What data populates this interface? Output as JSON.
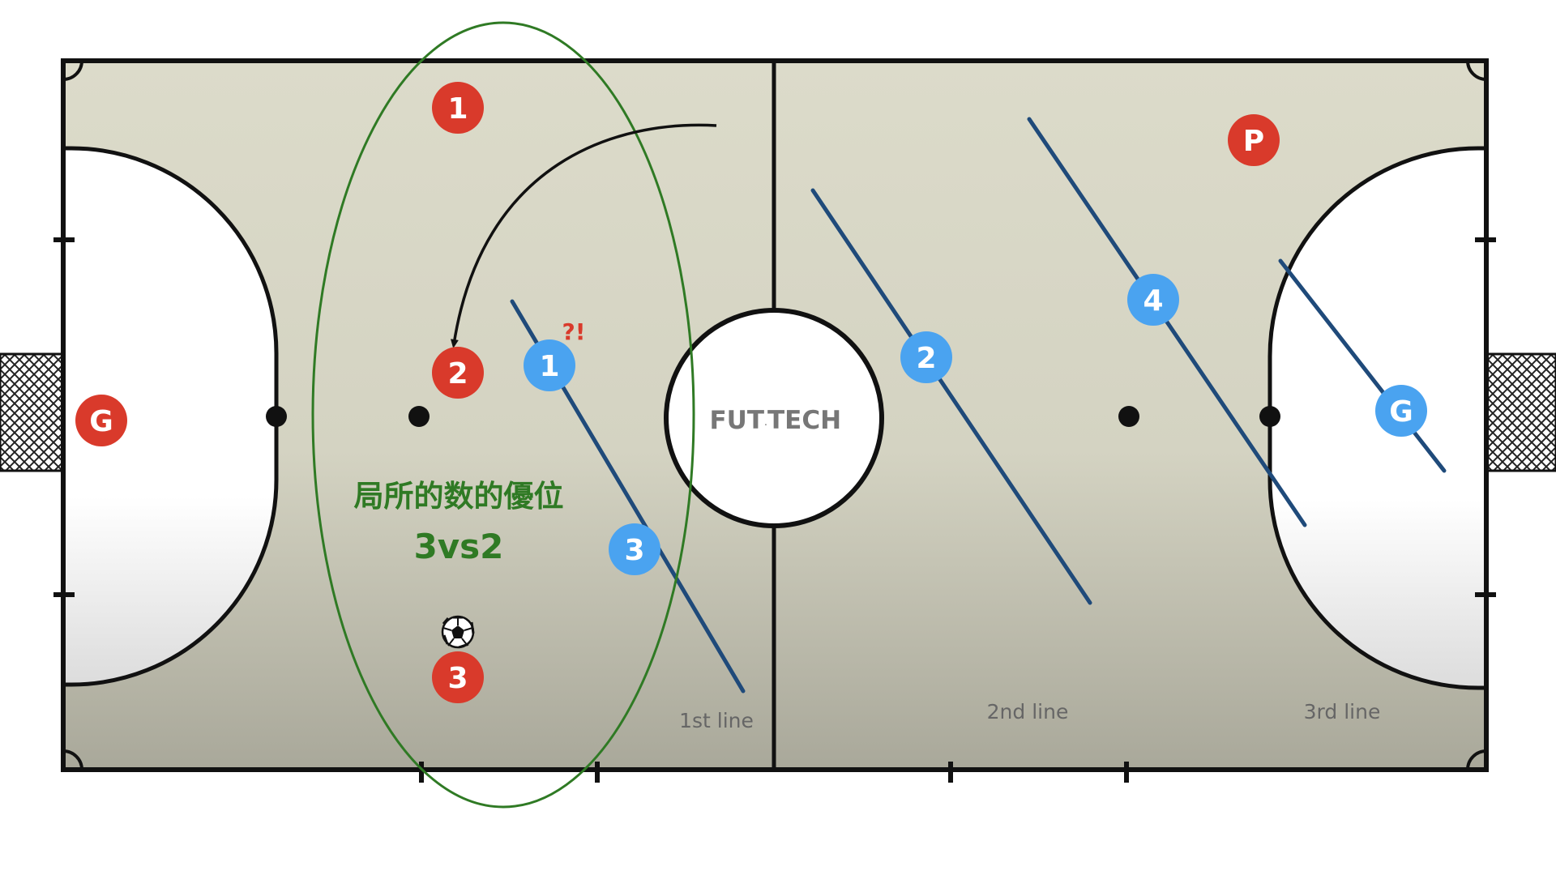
{
  "brand": {
    "left": "FUT",
    "right": "TECH"
  },
  "annotation": {
    "zone_label": "局所的数的優位",
    "matchup": "3vs2",
    "surprise": "?!"
  },
  "line_labels": {
    "first": "1st line",
    "second": "2nd line",
    "third": "3rd line"
  },
  "attackers": {
    "goalkeeper": "G",
    "player_1": "1",
    "player_2": "2",
    "player_3": "3",
    "pivot": "P"
  },
  "defenders": {
    "goalkeeper": "G",
    "player_1": "1",
    "player_2": "2",
    "player_3": "3",
    "player_4": "4"
  },
  "colors": {
    "court": "#d8d7c6",
    "court_bottom": "#aaa99b",
    "attacker": "#d93a2b",
    "defender": "#4aa3f0",
    "defense_line": "#1f4a7a",
    "zone_ellipse": "#2f7a24",
    "court_lines": "#111111",
    "label_gray": "#666666"
  },
  "icons": {
    "ball": "soccer-ball-icon",
    "goal_net": "goal-net-icon"
  }
}
